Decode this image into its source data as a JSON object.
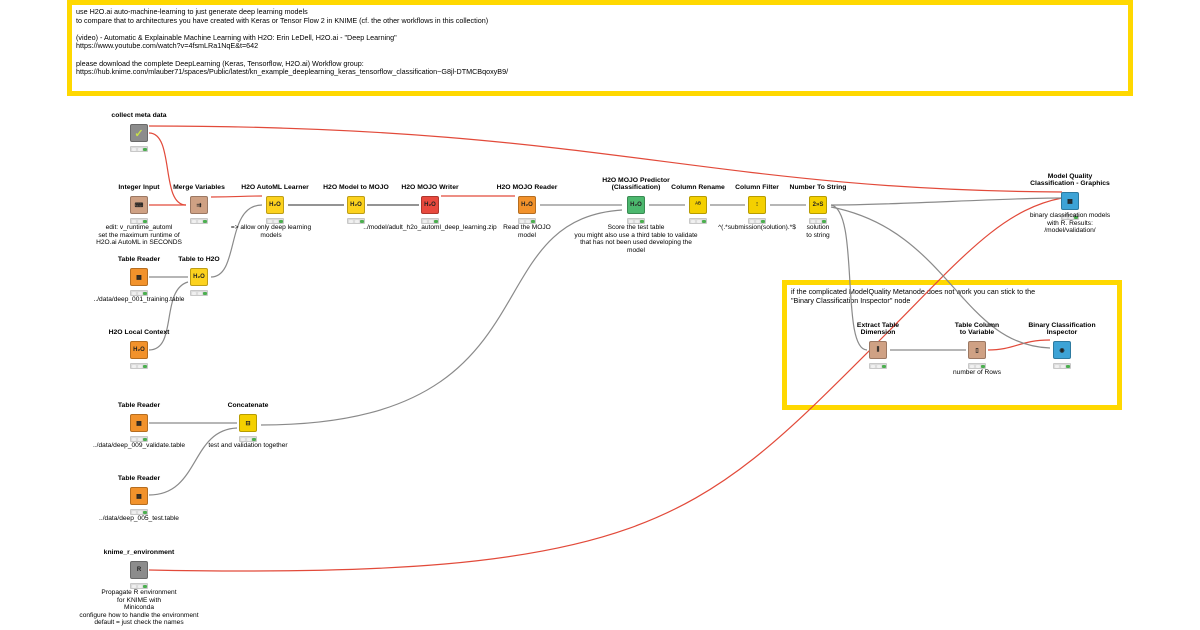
{
  "annotations": {
    "top": {
      "lines": [
        "use H2O.ai auto-machine-learning to just generate deep learning models",
        "to compare that to architectures you have created with Keras or Tensor Flow 2 in KNIME (cf. the other workflows in this collection)",
        "",
        "(video) - Automatic & Explainable Machine Learning with H2O: Erin LeDell, H2O.ai - \"Deep Learning\"",
        "https://www.youtube.com/watch?v=4fsmLRa1NqE&t=642",
        "",
        "please download the complete DeepLearning (Keras, Tensorflow, H2O.ai) Workflow group:",
        "https://hub.knime.com/mlauber71/spaces/Public/latest/kn_example_deeplearning_keras_tensorflow_classification~G8jl-DTMCBqoxyB9/"
      ]
    },
    "right": {
      "lines": [
        "if the complicated ModelQuality Metanode does not work you can stick to the",
        "\"Binary Classification Inspector\" node"
      ]
    }
  },
  "colors": {
    "annotation_border": "#FFD800",
    "flow_variable_wire": "#E24A3A",
    "data_wire": "#8A8A8A",
    "reader": "#F2922B",
    "h2o": "#FCD21E",
    "manipulator": "#F4D000",
    "meta": "#CFA184",
    "writer": "#E8493E",
    "predictor": "#4CB86E",
    "visualizer": "#3DA3D6",
    "component": "#8C8C8C"
  },
  "nodes": [
    {
      "id": "collect-meta",
      "title": "collect meta data",
      "icon": "checkmark-icon",
      "comment": ""
    },
    {
      "id": "integer-input",
      "title": "Integer Input",
      "icon": "integer-input-icon",
      "comment": "edit: v_runtime_automl\nset the maximum runtime of\nH2O.ai AutoML in SECONDS"
    },
    {
      "id": "merge-variables",
      "title": "Merge Variables",
      "icon": "merge-variables-icon",
      "comment": ""
    },
    {
      "id": "h2o-automl",
      "title": "H2O AutoML Learner",
      "icon": "h2o-icon",
      "comment": "=> allow only deep learning\nmodels"
    },
    {
      "id": "h2o-to-mojo",
      "title": "H2O Model to MOJO",
      "icon": "h2o-icon",
      "comment": ""
    },
    {
      "id": "mojo-writer",
      "title": "H2O MOJO Writer",
      "icon": "h2o-icon",
      "comment": "../model/adult_h2o_automl_deep_learning.zip"
    },
    {
      "id": "mojo-reader",
      "title": "H2O MOJO Reader",
      "icon": "h2o-icon",
      "comment": "Read the MOJO\nmodel"
    },
    {
      "id": "mojo-predictor",
      "title": "H2O MOJO Predictor\n(Classification)",
      "icon": "h2o-icon",
      "comment": "Score the test table\nyou might also use a third table to validate\nthat has not been used developing the\nmodel"
    },
    {
      "id": "column-rename",
      "title": "Column Rename",
      "icon": "column-rename-icon",
      "comment": ""
    },
    {
      "id": "column-filter",
      "title": "Column Filter",
      "icon": "column-filter-icon",
      "comment": "^(.*submission(solution).*$"
    },
    {
      "id": "number-to-string",
      "title": "Number To String",
      "icon": "number-to-string-icon",
      "comment": "solution\nto string"
    },
    {
      "id": "model-quality",
      "title": "Model Quality\nClassification - Graphics",
      "icon": "component-icon",
      "comment": "binary classification models\nwith R. Results:\n/model/validation/"
    },
    {
      "id": "table-reader-1",
      "title": "Table Reader",
      "icon": "table-reader-icon",
      "comment": "../data/deep_001_training.table"
    },
    {
      "id": "table-to-h2o",
      "title": "Table to H2O",
      "icon": "h2o-icon",
      "comment": ""
    },
    {
      "id": "h2o-local-context",
      "title": "H2O Local Context",
      "icon": "h2o-icon",
      "comment": ""
    },
    {
      "id": "extract-table-dimension",
      "title": "Extract Table\nDimension",
      "icon": "extract-dimension-icon",
      "comment": ""
    },
    {
      "id": "table-column-to-variable",
      "title": "Table Column\nto Variable",
      "icon": "column-to-variable-icon",
      "comment": "number of Rows"
    },
    {
      "id": "binary-classification-inspector",
      "title": "Binary Classification\nInspector",
      "icon": "inspector-icon",
      "comment": ""
    },
    {
      "id": "table-reader-2",
      "title": "Table Reader",
      "icon": "table-reader-icon",
      "comment": "../data/deep_009_validate.table"
    },
    {
      "id": "concatenate",
      "title": "Concatenate",
      "icon": "concatenate-icon",
      "comment": "test and validation together"
    },
    {
      "id": "table-reader-3",
      "title": "Table Reader",
      "icon": "table-reader-icon",
      "comment": "../data/deep_005_test.table"
    },
    {
      "id": "knime-r-environment",
      "title": "knime_r_environment",
      "icon": "component-icon",
      "comment": "Propagate R environment\nfor KNIME with\nMiniconda\nconfigure how to handle the environment\ndefault = just check the names"
    }
  ]
}
